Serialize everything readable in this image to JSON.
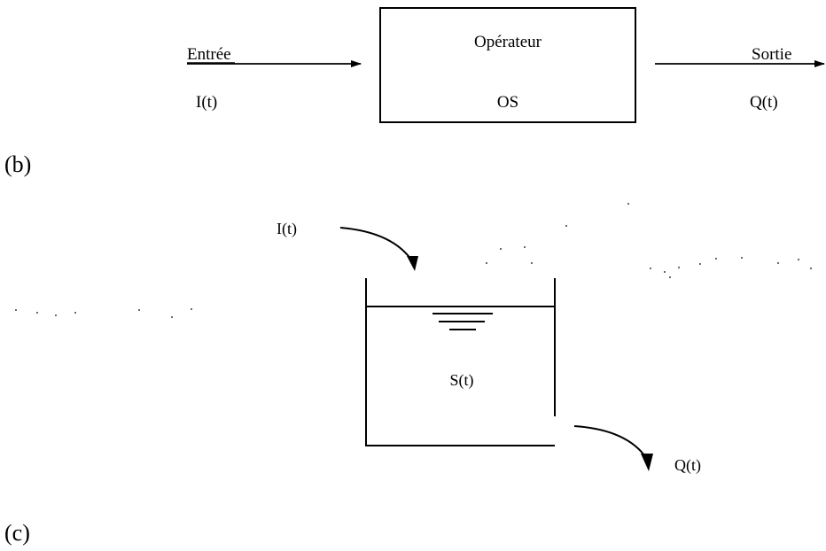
{
  "panel_b": {
    "letter": "(b)",
    "input_label": "Entrée",
    "input_symbol": "I(t)",
    "box_title": "Opérateur",
    "box_symbol": "OS",
    "output_label": "Sortie",
    "output_symbol": "Q(t)"
  },
  "panel_c": {
    "letter": "(c)",
    "inflow_symbol": "I(t)",
    "storage_symbol": "S(t)",
    "outflow_symbol": "Q(t)"
  }
}
